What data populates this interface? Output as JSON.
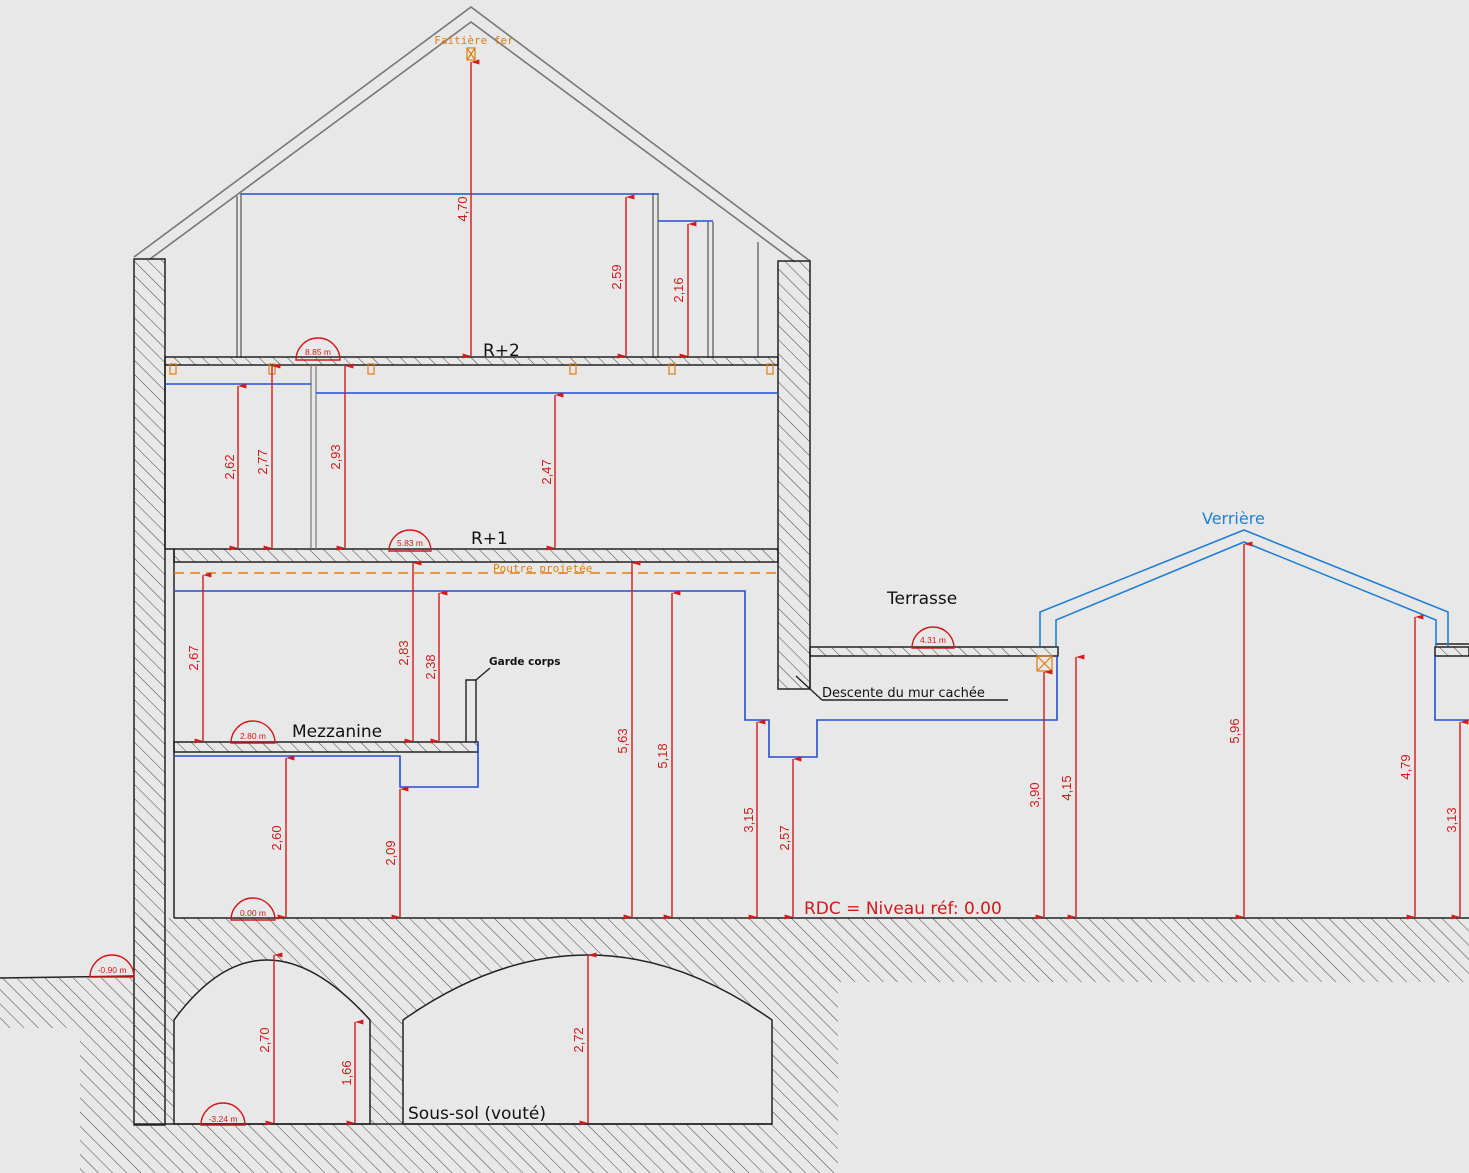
{
  "labels": {
    "faitiere": "Faîtière fer",
    "r2": "R+2",
    "r1": "R+1",
    "mezzanine": "Mezzanine",
    "garde_corps": "Garde corps",
    "poutre": "Poutre projetée",
    "terrasse": "Terrasse",
    "descente": "Descente du mur cachée",
    "verriere": "Verrière",
    "rdc": "RDC = Niveau réf: 0.00",
    "sous_sol": "Sous-sol (vouté)"
  },
  "levels": {
    "r2": "8.85 m",
    "r1": "5.83 m",
    "mezzanine": "2.80 m",
    "terrasse": "4.31 m",
    "rdc": "0.00 m",
    "ground": "-0.90 m",
    "basement": "-3.24 m"
  },
  "heights": {
    "h470": "4,70",
    "h259": "2,59",
    "h216": "2,16",
    "h262": "2,62",
    "h277": "2,77",
    "h293": "2,93",
    "h247": "2,47",
    "h267": "2,67",
    "h283": "2,83",
    "h238": "2,38",
    "h563": "5,63",
    "h518": "5,18",
    "h315": "3,15",
    "h257": "2,57",
    "h260": "2,60",
    "h209": "2,09",
    "h390": "3,90",
    "h415": "4,15",
    "h596": "5,96",
    "h479": "4,79",
    "h313": "3,13",
    "h270": "2,70",
    "h166": "1,66",
    "h272": "2,72"
  },
  "colors": {
    "dimension": "#d21a1a",
    "blue": "#1f4fd6",
    "verriere": "#1f7fd6",
    "orange": "#e07d10",
    "line": "#222222",
    "roof": "#777777"
  }
}
